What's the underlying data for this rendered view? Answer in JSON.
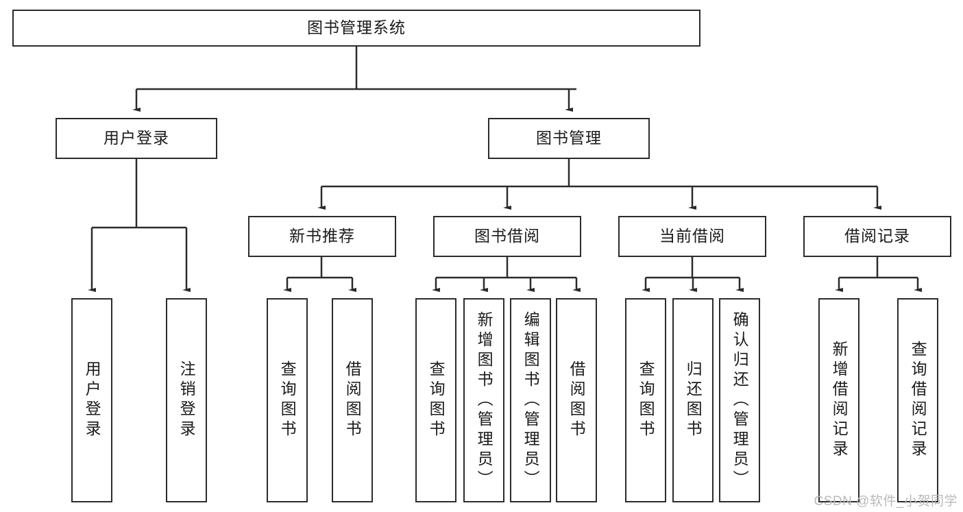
{
  "diagram": {
    "title": "图书管理系统",
    "type": "tree",
    "colors": {
      "node_border": "#2b2b2b",
      "node_fill": "#ffffff",
      "edge": "#2b2b2b",
      "text": "#1a1a1a",
      "watermark": "#b9b9b9",
      "background": "#ffffff"
    },
    "levels": {
      "root": {
        "label": "图书管理系统"
      },
      "level2": [
        {
          "label": "用户登录"
        },
        {
          "label": "图书管理"
        }
      ],
      "level3": [
        {
          "label": "新书推荐"
        },
        {
          "label": "图书借阅"
        },
        {
          "label": "当前借阅"
        },
        {
          "label": "借阅记录"
        }
      ],
      "leaves": {
        "user_login": [
          {
            "label": "用户登录"
          },
          {
            "label": "注销登录"
          }
        ],
        "new_book_recommend": [
          {
            "label": "查询图书"
          },
          {
            "label": "借阅图书"
          }
        ],
        "book_borrow": [
          {
            "label": "查询图书"
          },
          {
            "label": "新增图书（管理员）"
          },
          {
            "label": "编辑图书（管理员）"
          },
          {
            "label": "借阅图书"
          }
        ],
        "current_borrow": [
          {
            "label": "查询图书"
          },
          {
            "label": "归还图书"
          },
          {
            "label": "确认归还（管理员）"
          }
        ],
        "borrow_record": [
          {
            "label": "新增借阅记录"
          },
          {
            "label": "查询借阅记录"
          }
        ]
      }
    },
    "watermark": "CSDN @软件_小贺同学"
  }
}
